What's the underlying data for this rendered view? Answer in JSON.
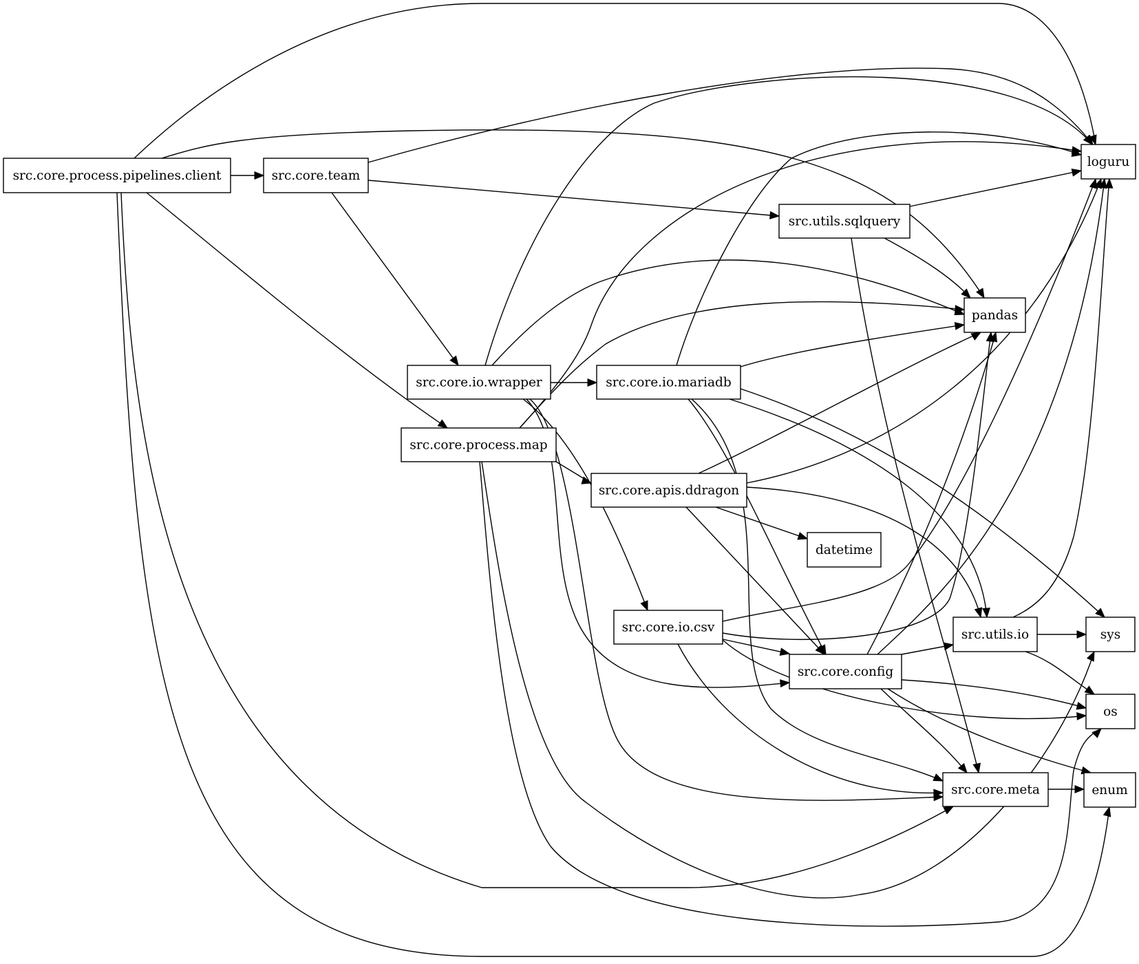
{
  "graph": {
    "nodes": [
      {
        "id": "client",
        "label": "src.core.process.pipelines.client"
      },
      {
        "id": "team",
        "label": "src.core.team"
      },
      {
        "id": "sqlquery",
        "label": "src.utils.sqlquery"
      },
      {
        "id": "loguru",
        "label": "loguru"
      },
      {
        "id": "pandas",
        "label": "pandas"
      },
      {
        "id": "wrapper",
        "label": "src.core.io.wrapper"
      },
      {
        "id": "mariadb",
        "label": "src.core.io.mariadb"
      },
      {
        "id": "map",
        "label": "src.core.process.map"
      },
      {
        "id": "ddragon",
        "label": "src.core.apis.ddragon"
      },
      {
        "id": "datetime",
        "label": "datetime"
      },
      {
        "id": "csv",
        "label": "src.core.io.csv"
      },
      {
        "id": "utilsio",
        "label": "src.utils.io"
      },
      {
        "id": "sys",
        "label": "sys"
      },
      {
        "id": "config",
        "label": "src.core.config"
      },
      {
        "id": "os",
        "label": "os"
      },
      {
        "id": "meta",
        "label": "src.core.meta"
      },
      {
        "id": "enum",
        "label": "enum"
      }
    ],
    "edges": [
      {
        "from": "client",
        "to": "team"
      },
      {
        "from": "client",
        "to": "loguru"
      },
      {
        "from": "client",
        "to": "pandas"
      },
      {
        "from": "client",
        "to": "map"
      },
      {
        "from": "client",
        "to": "meta"
      },
      {
        "from": "client",
        "to": "enum"
      },
      {
        "from": "team",
        "to": "loguru"
      },
      {
        "from": "team",
        "to": "sqlquery"
      },
      {
        "from": "team",
        "to": "wrapper"
      },
      {
        "from": "sqlquery",
        "to": "loguru"
      },
      {
        "from": "sqlquery",
        "to": "pandas"
      },
      {
        "from": "sqlquery",
        "to": "meta"
      },
      {
        "from": "wrapper",
        "to": "loguru"
      },
      {
        "from": "wrapper",
        "to": "pandas"
      },
      {
        "from": "wrapper",
        "to": "mariadb"
      },
      {
        "from": "wrapper",
        "to": "csv"
      },
      {
        "from": "wrapper",
        "to": "config"
      },
      {
        "from": "wrapper",
        "to": "meta"
      },
      {
        "from": "mariadb",
        "to": "loguru"
      },
      {
        "from": "mariadb",
        "to": "pandas"
      },
      {
        "from": "mariadb",
        "to": "sys"
      },
      {
        "from": "mariadb",
        "to": "utilsio"
      },
      {
        "from": "mariadb",
        "to": "config"
      },
      {
        "from": "mariadb",
        "to": "meta"
      },
      {
        "from": "map",
        "to": "loguru"
      },
      {
        "from": "map",
        "to": "pandas"
      },
      {
        "from": "map",
        "to": "ddragon"
      },
      {
        "from": "map",
        "to": "sys"
      },
      {
        "from": "map",
        "to": "os"
      },
      {
        "from": "ddragon",
        "to": "pandas"
      },
      {
        "from": "ddragon",
        "to": "loguru"
      },
      {
        "from": "ddragon",
        "to": "datetime"
      },
      {
        "from": "ddragon",
        "to": "config"
      },
      {
        "from": "ddragon",
        "to": "utilsio"
      },
      {
        "from": "csv",
        "to": "loguru"
      },
      {
        "from": "csv",
        "to": "pandas"
      },
      {
        "from": "csv",
        "to": "config"
      },
      {
        "from": "csv",
        "to": "os"
      },
      {
        "from": "csv",
        "to": "meta"
      },
      {
        "from": "config",
        "to": "pandas"
      },
      {
        "from": "config",
        "to": "loguru"
      },
      {
        "from": "config",
        "to": "utilsio"
      },
      {
        "from": "config",
        "to": "os"
      },
      {
        "from": "config",
        "to": "meta"
      },
      {
        "from": "config",
        "to": "enum"
      },
      {
        "from": "utilsio",
        "to": "loguru"
      },
      {
        "from": "utilsio",
        "to": "sys"
      },
      {
        "from": "utilsio",
        "to": "os"
      },
      {
        "from": "meta",
        "to": "enum"
      }
    ]
  }
}
